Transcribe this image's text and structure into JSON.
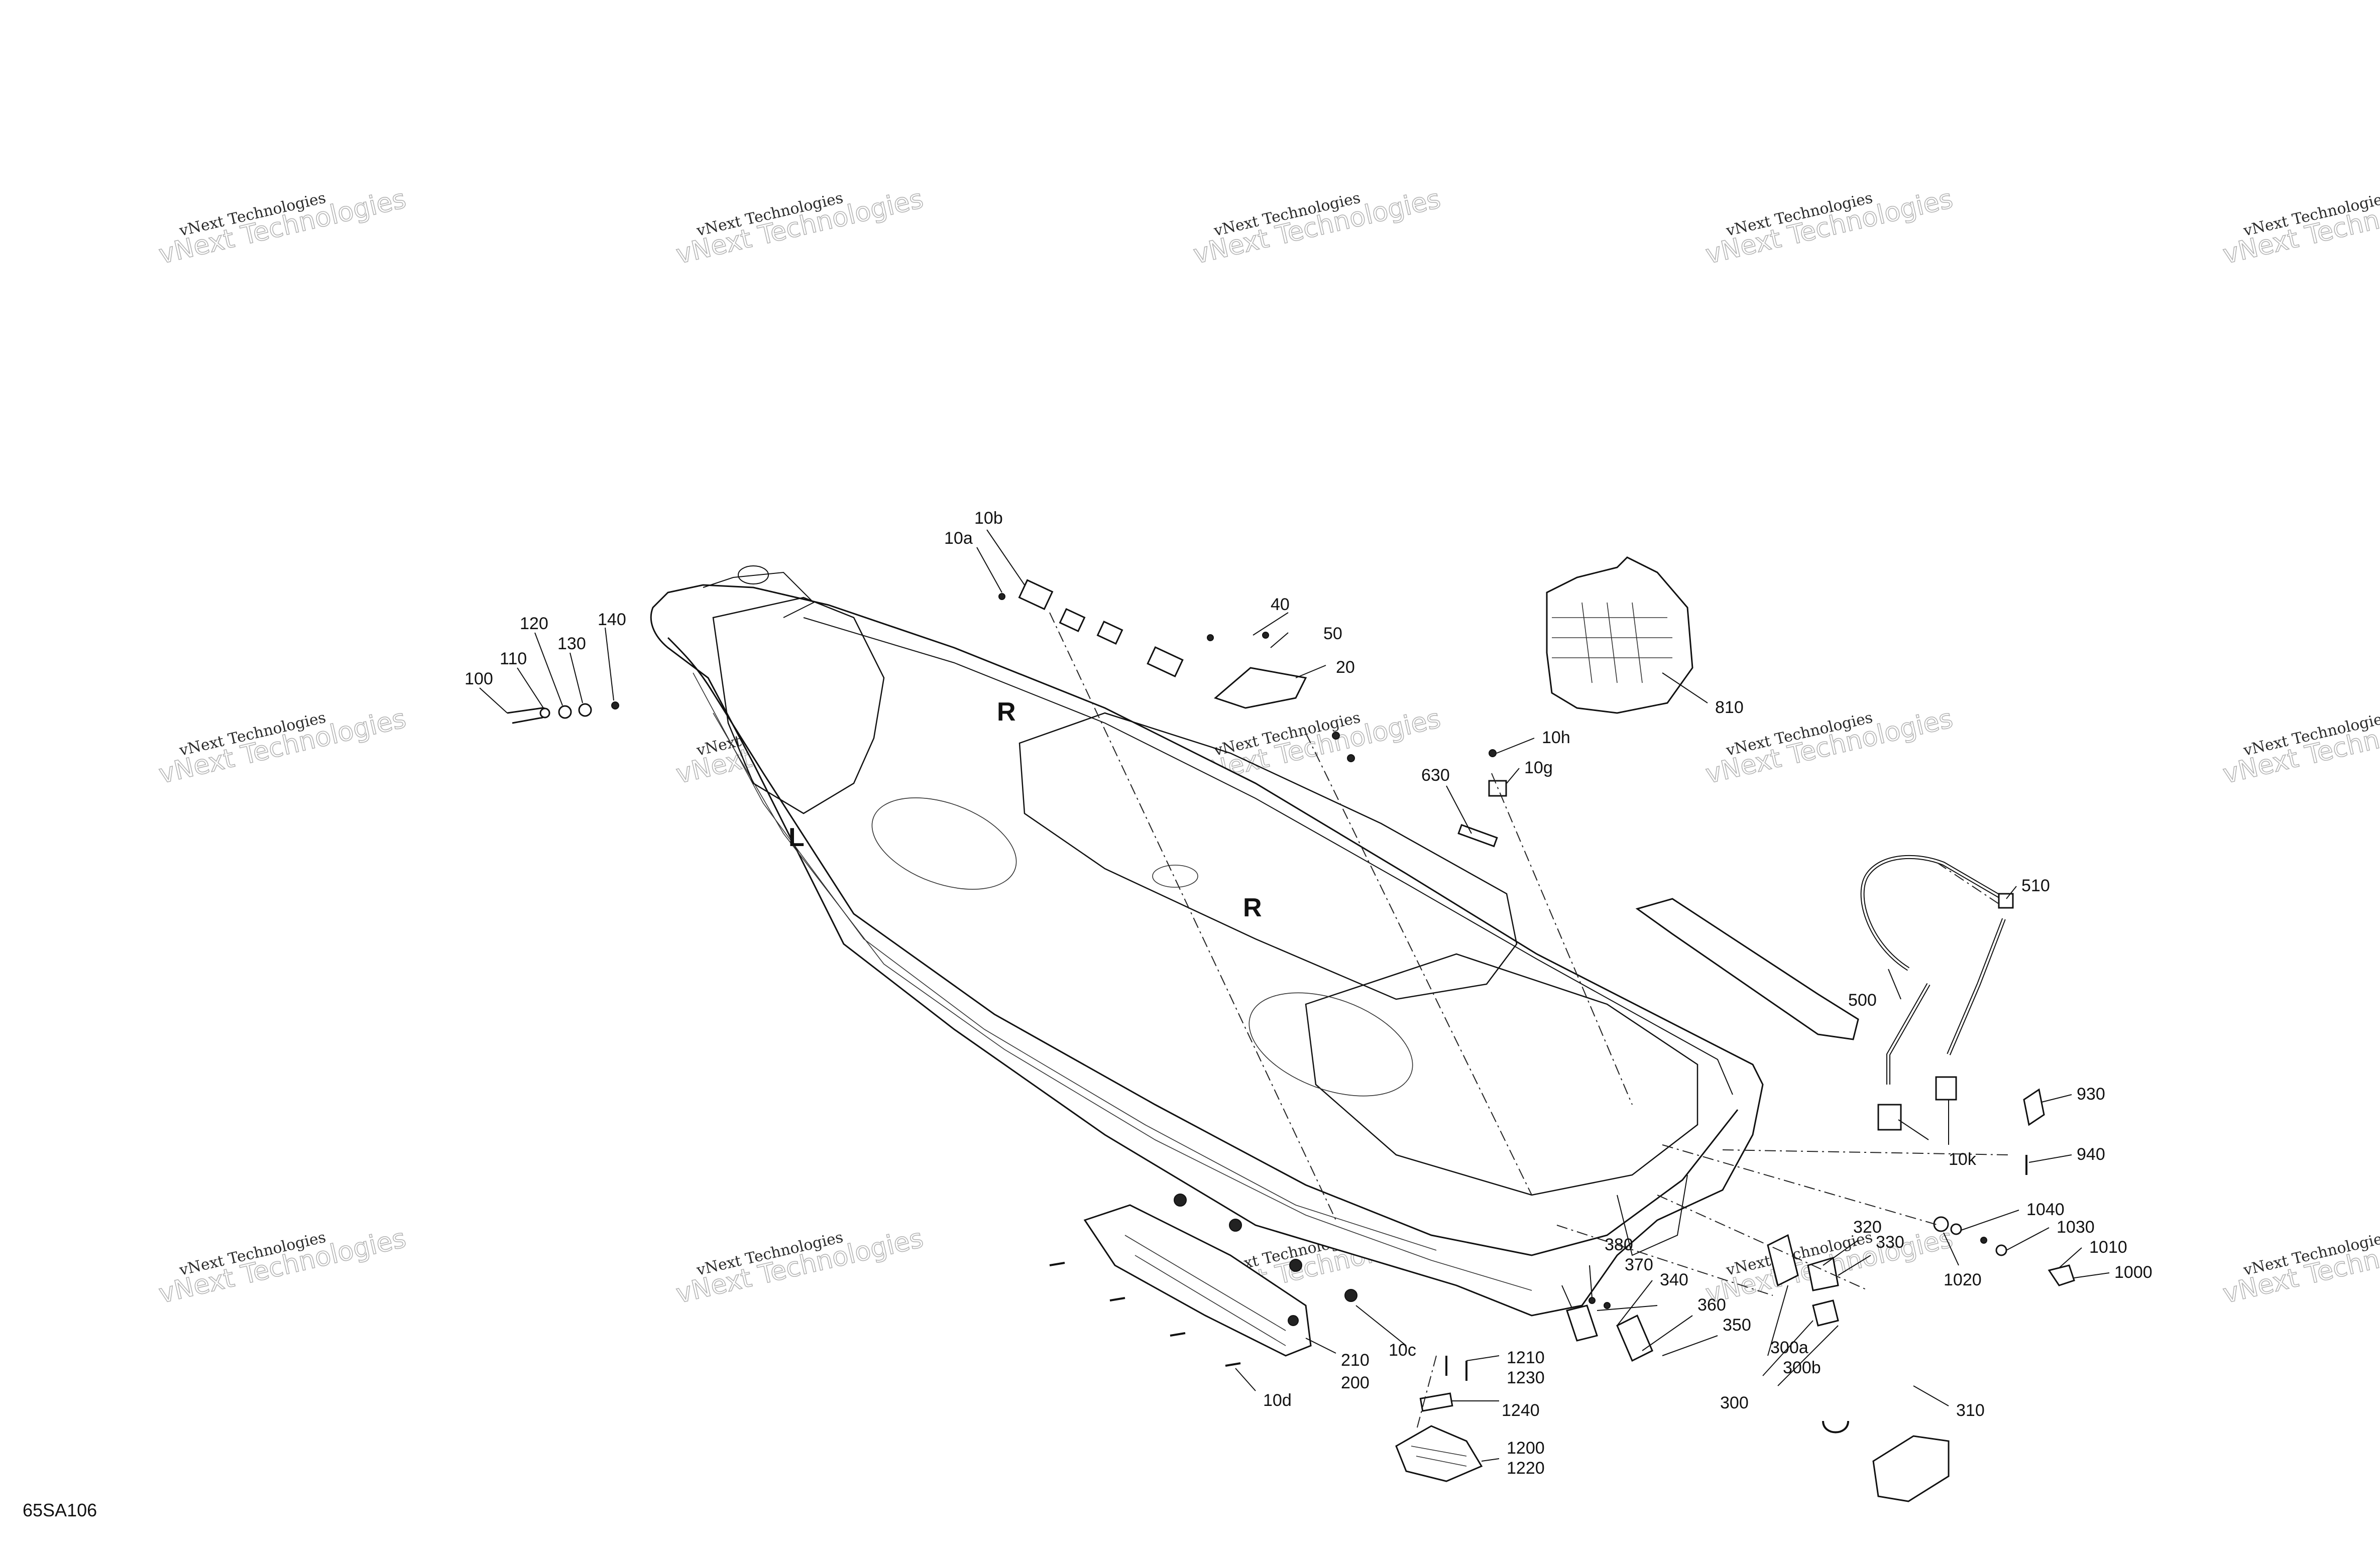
{
  "diagram_code": "65SA106",
  "watermark": {
    "line1": "vNext Technologies",
    "line2": "vNext\nTechnologies"
  },
  "hull_markings": {
    "left": "L",
    "right": "R",
    "right2": "R"
  },
  "callouts": [
    {
      "id": "10a",
      "text": "10a"
    },
    {
      "id": "10b",
      "text": "10b"
    },
    {
      "id": "10c",
      "text": "10c"
    },
    {
      "id": "10d",
      "text": "10d"
    },
    {
      "id": "10g",
      "text": "10g"
    },
    {
      "id": "10h",
      "text": "10h"
    },
    {
      "id": "10k",
      "text": "10k"
    },
    {
      "id": "20",
      "text": "20"
    },
    {
      "id": "40",
      "text": "40"
    },
    {
      "id": "50",
      "text": "50"
    },
    {
      "id": "100",
      "text": "100"
    },
    {
      "id": "110",
      "text": "110"
    },
    {
      "id": "120",
      "text": "120"
    },
    {
      "id": "130",
      "text": "130"
    },
    {
      "id": "140",
      "text": "140"
    },
    {
      "id": "200",
      "text": "200"
    },
    {
      "id": "210",
      "text": "210"
    },
    {
      "id": "300",
      "text": "300"
    },
    {
      "id": "300a",
      "text": "300a"
    },
    {
      "id": "300b",
      "text": "300b"
    },
    {
      "id": "310",
      "text": "310"
    },
    {
      "id": "320",
      "text": "320"
    },
    {
      "id": "330",
      "text": "330"
    },
    {
      "id": "340",
      "text": "340"
    },
    {
      "id": "350",
      "text": "350"
    },
    {
      "id": "360",
      "text": "360"
    },
    {
      "id": "370",
      "text": "370"
    },
    {
      "id": "380",
      "text": "380"
    },
    {
      "id": "500",
      "text": "500"
    },
    {
      "id": "510",
      "text": "510"
    },
    {
      "id": "630",
      "text": "630"
    },
    {
      "id": "810",
      "text": "810"
    },
    {
      "id": "930",
      "text": "930"
    },
    {
      "id": "940",
      "text": "940"
    },
    {
      "id": "1000",
      "text": "1000"
    },
    {
      "id": "1010",
      "text": "1010"
    },
    {
      "id": "1020",
      "text": "1020"
    },
    {
      "id": "1030",
      "text": "1030"
    },
    {
      "id": "1040",
      "text": "1040"
    },
    {
      "id": "1200",
      "text": "1200"
    },
    {
      "id": "1210",
      "text": "1210"
    },
    {
      "id": "1220",
      "text": "1220"
    },
    {
      "id": "1230",
      "text": "1230"
    },
    {
      "id": "1240",
      "text": "1240"
    }
  ]
}
